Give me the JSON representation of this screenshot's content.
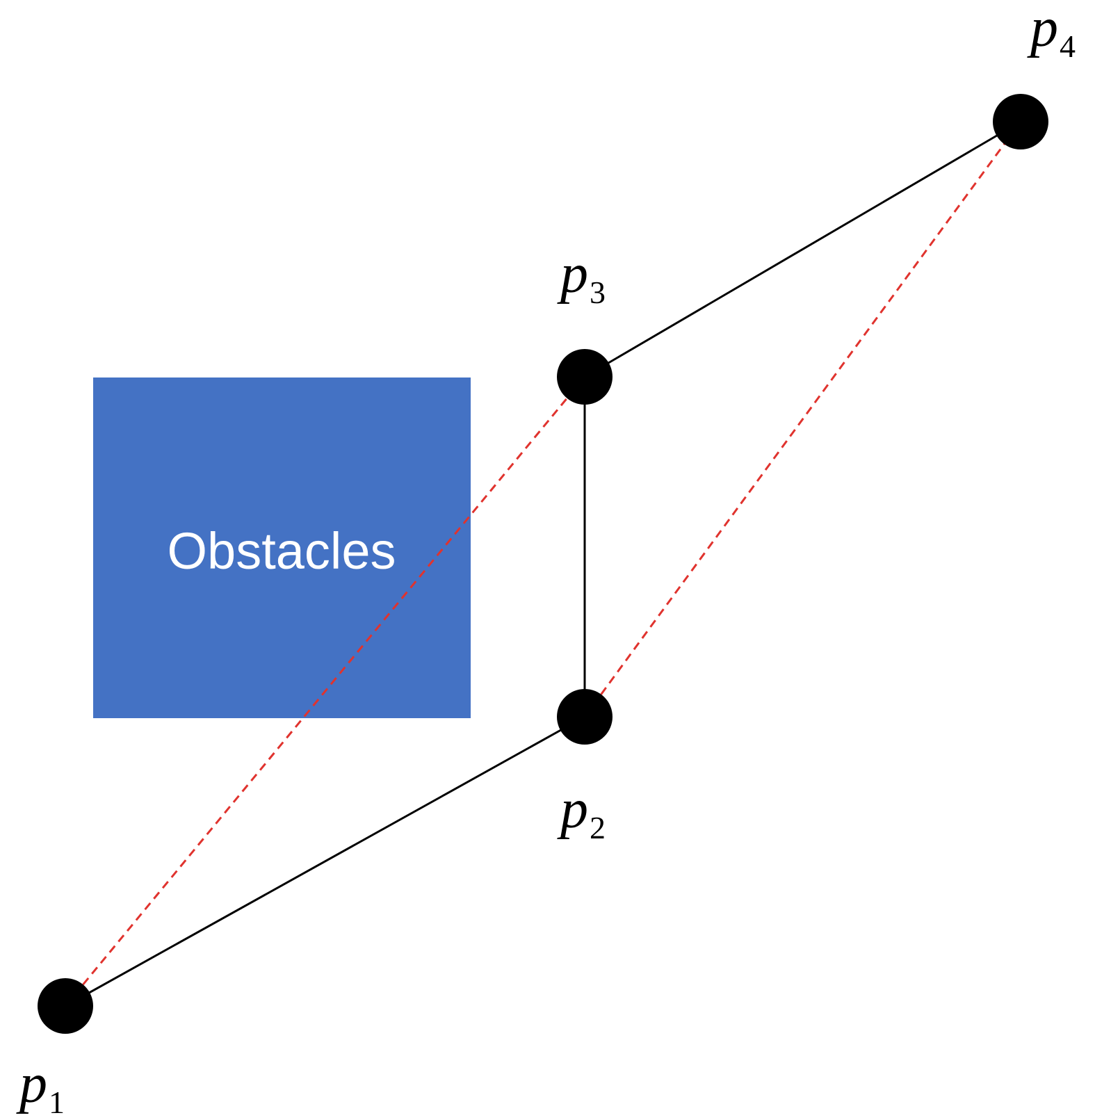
{
  "obstacle": {
    "label": "Obstacles",
    "color": "#4472C4"
  },
  "points": [
    {
      "id": "p1",
      "base": "p",
      "sub": "1"
    },
    {
      "id": "p2",
      "base": "p",
      "sub": "2"
    },
    {
      "id": "p3",
      "base": "p",
      "sub": "3"
    },
    {
      "id": "p4",
      "base": "p",
      "sub": "4"
    }
  ],
  "colors": {
    "path": "#000000",
    "shortcut": "#E0332E",
    "node": "#000000"
  }
}
